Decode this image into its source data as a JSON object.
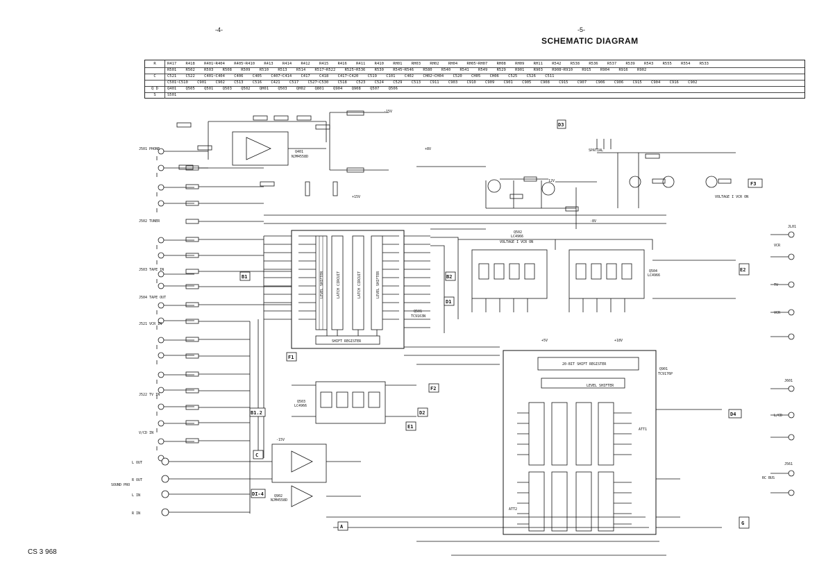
{
  "page": {
    "left_number": "-4-",
    "right_number": "-5-",
    "title": "SCHEMATIC DIAGRAM",
    "catalog": "CS 3 968"
  },
  "parts_table": [
    {
      "cat": "R",
      "cells": "R417 R418 R401~R404 R405~R410 R413 R414 R412 R415 R416 R411 R410 RH01 RH03 RH02 RH04 RH05~RH07 RH08 RH09 RH11 R542 R538 R536 R537 R539 R543 R555 R554 R533"
    },
    {
      "cat": "",
      "cells": "R501 R502 R503 R508 R509 R510 R513 R514 R517~R522 R525~R536 R530 R545~R546 R580 R540 R541 R549 R529 R901 R903 R908~R910 R915 R904 R916 R902"
    },
    {
      "cat": "C",
      "cells": "C521 C522 C401~C404 C406 C405 C407~C414 C417 C418 C417~C420 C519 C101 C402 CH02~CH04 C520 CH05 CH06 C525 C526 C511"
    },
    {
      "cat": "",
      "cells": "C501~C510 C901 C902 C513 C516 C421 C517 C527~C530 C518 C523 C524 C529 C513 C911 C903 C910 C909 C901 C905 C908 C915 C907 C906 C906 C915 C904 C916 C902"
    },
    {
      "cat": "Q D",
      "cells": "Q401 Q505 Q501 Q503 Q502 QH01 Q503 QH02 Q801 Q904 Q908 Q507 Q506"
    },
    {
      "cat": "S",
      "cells": "S501"
    }
  ],
  "connectors": [
    "B1",
    "B2",
    "B1.2",
    "D1",
    "D2",
    "D3",
    "D4",
    "E1",
    "E2",
    "F1",
    "F2",
    "F3",
    "G",
    "A",
    "C",
    "DI-4"
  ],
  "jacks": [
    "J501 PHONE",
    "J502 TUNER",
    "J503 TAPE IN",
    "J504 TAPE OUT",
    "J521 VCR IN",
    "J522 TV IN",
    "V/CD IN",
    "L OUT",
    "R OUT",
    "L IN",
    "R IN",
    "SOUND PRO"
  ],
  "right_jacks": [
    "JL01",
    "VCR",
    "TV",
    "VCR",
    "J601",
    "L/CD",
    "J561",
    "RC BUS"
  ],
  "ics": [
    {
      "ref": "Q401",
      "part": "NJM4558D"
    },
    {
      "ref": "Q501",
      "part": "TC9163N"
    },
    {
      "ref": "Q502",
      "part": "LC4966"
    },
    {
      "ref": "Q503",
      "part": "LC4966"
    },
    {
      "ref": "Q504",
      "part": "LC4966"
    },
    {
      "ref": "Q901",
      "part": "TC9176P"
    },
    {
      "ref": "Q902",
      "part": "NJM4558D"
    }
  ],
  "blocks": {
    "shift_register": "SHIFT REGISTER",
    "level_shifter": "LEVEL SHIFTER",
    "latch_circuit": "LATCH CIRCUIT",
    "bit20": "20-BIT SHIFT REGISTER",
    "voltage_vcr": "VOLTAGE I VCR ON",
    "voltage_vcr2": "VOLTAGE I VCR ON",
    "spatial": "SPATIAL",
    "att1": "ATT1",
    "att2": "ATT2"
  },
  "supply_labels": [
    "-15V",
    "+15V",
    "+8V",
    "-8V",
    "+5V",
    "12V",
    "+18V",
    "-15V"
  ]
}
